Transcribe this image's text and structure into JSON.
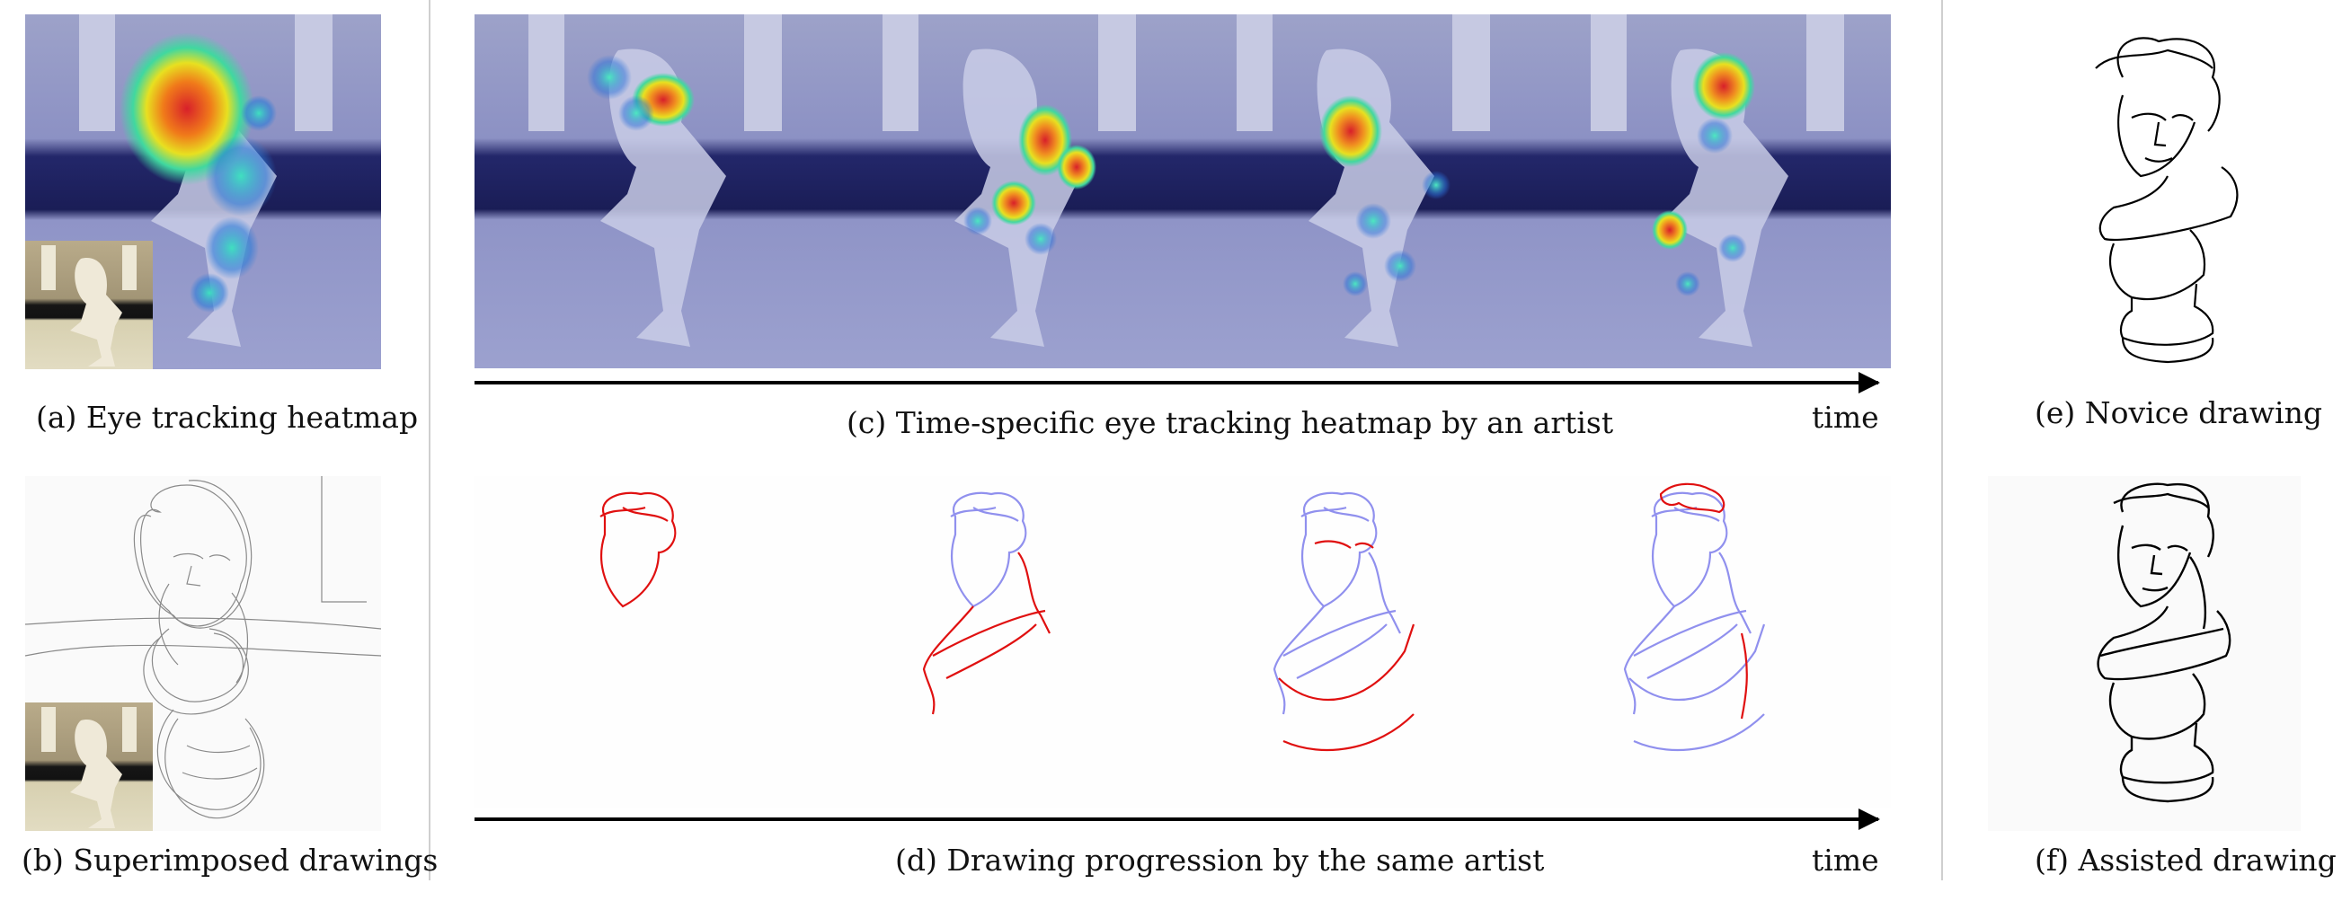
{
  "captions": {
    "a": "(a) Eye tracking heatmap",
    "b": "(b) Superimposed drawings",
    "c": "(c) Time-specific eye tracking heatmap by an artist",
    "d": "(d) Drawing progression by the same artist",
    "e": "(e) Novice drawing",
    "f": "(f) Assisted drawing"
  },
  "time_label": "time",
  "colors": {
    "heatmap_overlay": "#6e74c8",
    "current_stroke": "#e01010",
    "previous_stroke": "#8f8ff0",
    "sketch_gray": "#888888",
    "line_drawing": "#000000"
  },
  "icons": {
    "arrow": "right-arrow-icon"
  }
}
